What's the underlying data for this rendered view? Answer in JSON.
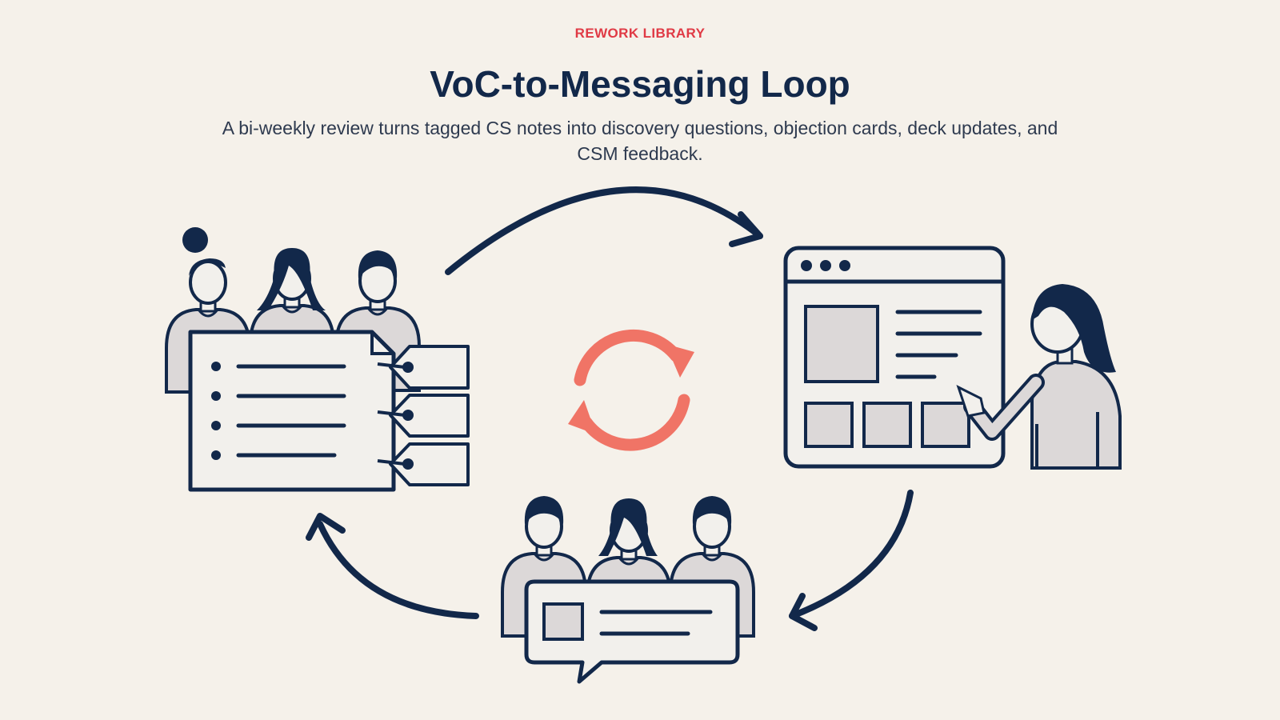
{
  "header": {
    "kicker": "REWORK LIBRARY",
    "title": "VoC-to-Messaging Loop",
    "subtitle": "A bi-weekly review turns tagged CS notes into discovery questions, objection cards, deck updates, and CSM feedback."
  },
  "colors": {
    "ink": "#12284a",
    "accent": "#f07466",
    "paper": "#f5f1ea",
    "fill": "#dcd8d8",
    "card": "#f2f0ec"
  },
  "icons": [
    "tagged-notes-team-icon",
    "deck-update-presenter-icon",
    "csm-feedback-team-icon",
    "refresh-cycle-icon",
    "loop-arrow-icon"
  ]
}
